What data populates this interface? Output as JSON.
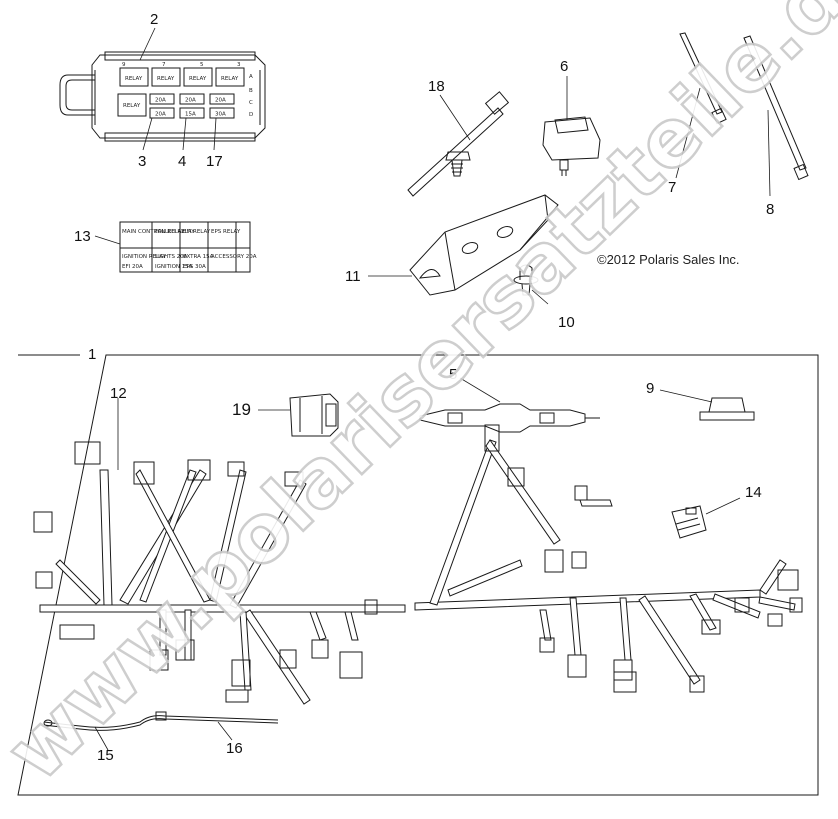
{
  "diagram": {
    "copyright": "©2012 Polaris Sales Inc.",
    "watermark": "www.polarisersatzteile.de",
    "callouts": {
      "c1": "1",
      "c2": "2",
      "c3": "3",
      "c4": "4",
      "c5": "5",
      "c6": "6",
      "c7": "7",
      "c8": "8",
      "c9": "9",
      "c10": "10",
      "c11": "11",
      "c12": "12",
      "c13": "13",
      "c14": "14",
      "c15": "15",
      "c16": "16",
      "c17": "17",
      "c18": "18",
      "c19": "19"
    },
    "fuse_box": {
      "top_numbers": [
        "9",
        "7",
        "5",
        "3"
      ],
      "row_letters": [
        "A",
        "B",
        "C",
        "D"
      ],
      "relay_label": "RELAY",
      "fuse_ratings": [
        "20A",
        "20A",
        "20A",
        "20A",
        "15A",
        "30A"
      ]
    },
    "label_card": {
      "cells": [
        "MAIN CONTROLLED RELAY",
        "FAN RELAY",
        "EFI RELAY",
        "EPS RELAY",
        "IGNITION RELAY",
        "LIGHTS 20A",
        "EXTRA 15A",
        "ACCESSORY 20A",
        "EFI 20A",
        "IGNITION 15A",
        "EPS 30A",
        ""
      ]
    }
  }
}
